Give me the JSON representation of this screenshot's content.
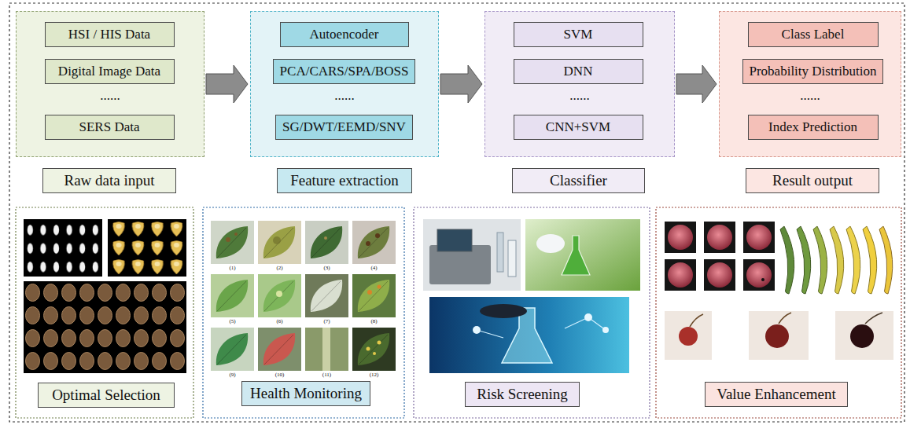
{
  "diagram": {
    "nodes": [
      {
        "text": [
          "......"
        ]
      },
      {
        "text": [
          "HSI / HIS Data"
        ],
        "in": 0
      },
      {
        "text": [
          "Digital Image Data"
        ],
        "in": 0
      },
      {
        "text": [
          "SERS Data"
        ],
        "in": 0
      },
      {
        "text": [
          "Raw data input"
        ]
      },
      {
        "text": [
          "......"
        ]
      },
      {
        "text": [
          "Autoencoder"
        ],
        "in": 5
      },
      {
        "text": [
          "PCA/CARS/SPA/BOSS"
        ],
        "in": 5
      },
      {
        "text": [
          "SG/DWT/EEMD/SNV"
        ],
        "in": 5
      },
      {
        "text": [
          "Feature extraction"
        ]
      },
      {
        "text": [
          "......"
        ]
      },
      {
        "text": [
          "SVM"
        ],
        "in": 10
      },
      {
        "text": [
          "DNN"
        ],
        "in": 10
      },
      {
        "text": [
          "CNN+SVM"
        ],
        "in": 10
      },
      {
        "text": [
          "Classifier"
        ]
      },
      {
        "text": [
          "......"
        ]
      },
      {
        "text": [
          "Class Label"
        ],
        "in": 15
      },
      {
        "text": [
          "Probability Distribution"
        ],
        "in": 15
      },
      {
        "text": [
          "Index Prediction"
        ],
        "in": 15
      },
      {
        "text": [
          "Result output"
        ]
      },
      {
        "text": [
          "Optimal Selection"
        ]
      },
      {
        "text": [
          "Health Monitoring"
        ]
      },
      {
        "text": [
          "Risk Screening"
        ]
      },
      {
        "text": [
          "Value Enhancement"
        ]
      }
    ],
    "edges": [
      {
        "from": 0,
        "to": 5,
        "arrow": "to"
      },
      {
        "from": 5,
        "to": 10,
        "arrow": "to"
      },
      {
        "from": 10,
        "to": 15,
        "arrow": "to"
      }
    ],
    "labels": [
      "(1)",
      "(2)",
      "(3)",
      "(4)",
      "(5)",
      "(6)",
      "(7)",
      "(8)",
      "(9)",
      "(10)",
      "(11)",
      "(12)"
    ]
  }
}
